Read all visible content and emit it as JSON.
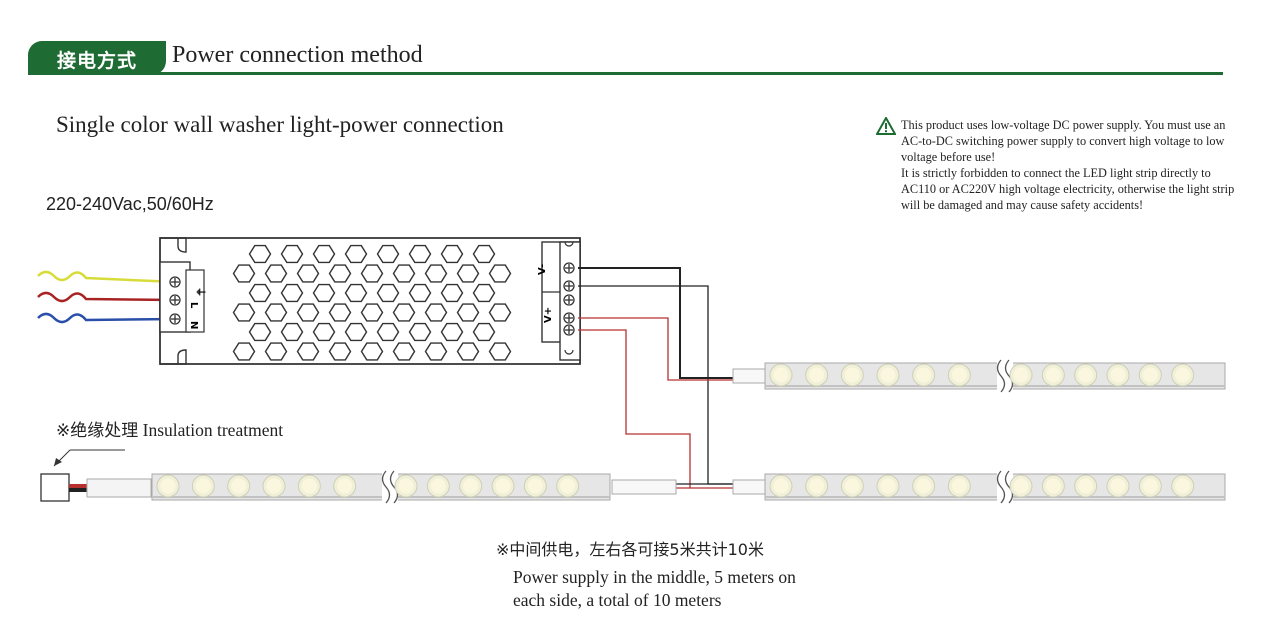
{
  "header": {
    "tab_label": "接电方式",
    "title": "Power connection method",
    "accent_color": "#1e6b34"
  },
  "subtitle": "Single color wall washer light-power connection",
  "voltage_label": "220-240Vac,50/60Hz",
  "warning": {
    "icon": "warning-triangle-icon",
    "text_1": "This product uses low-voltage DC power supply. You must use an AC-to-DC switching power supply to convert high voltage to low voltage before use!",
    "text_2": "It is strictly forbidden to connect the LED light strip directly to AC110 or AC220V high voltage electricity, otherwise the light strip will be damaged and may cause safety accidents!"
  },
  "power_supply": {
    "input_terminals": [
      "⏚",
      "L",
      "N"
    ],
    "output_terminals": [
      "V-",
      "V+"
    ]
  },
  "insulation": {
    "mark_cn": "※绝缘处理",
    "label_en": "Insulation treatment"
  },
  "note": {
    "cn": "※中间供电，左右各可接5米共计10米",
    "en_line_1": "Power supply in the middle, 5 meters on",
    "en_line_2": "each side, a total of 10 meters"
  },
  "wire_colors": {
    "earth": "#d8dc3a",
    "live": "#a82424",
    "neutral": "#2a4fa8",
    "negative": "#222222",
    "positive": "#b83030"
  }
}
